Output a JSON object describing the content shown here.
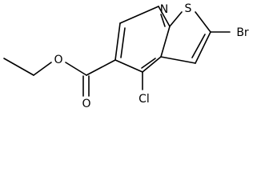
{
  "molecule": {
    "atoms": {
      "n": "N",
      "s": "S",
      "br": "Br",
      "cl": "Cl",
      "o_ester": "O",
      "o_carbonyl": "O"
    }
  }
}
